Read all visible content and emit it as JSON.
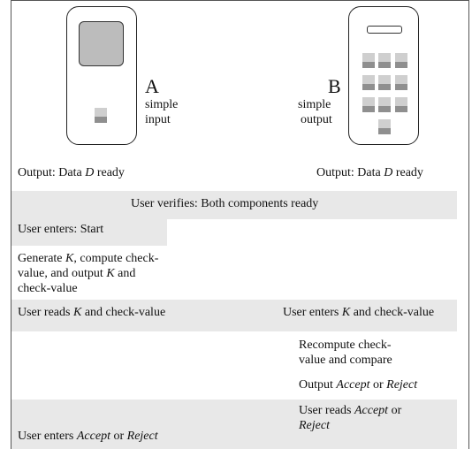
{
  "device_a": {
    "letter": "A",
    "label_line1": "simple",
    "label_line2": "input",
    "output": [
      "Output: Data ",
      "D",
      " ready"
    ]
  },
  "device_b": {
    "letter": "B",
    "label_line1": "simple",
    "label_line2": "output",
    "output": [
      "Output: Data ",
      "D",
      " ready"
    ]
  },
  "steps": {
    "verify": "User verifies: Both components ready",
    "enter_start": "User enters: Start",
    "generate": [
      "Generate ",
      "K",
      ", compute check-value, and output ",
      "K",
      " and check-value"
    ],
    "read_k": [
      "User reads ",
      "K",
      " and check-value"
    ],
    "enter_k": [
      "User enters ",
      "K",
      " and check-value"
    ],
    "recompute": "Recompute check-value and compare",
    "output_accept": [
      "Output ",
      "Accept",
      " or ",
      "Reject"
    ],
    "reads_accept": [
      "User reads ",
      "Accept",
      " or ",
      "Reject"
    ],
    "enters_accept": [
      "User enters ",
      "Accept",
      " or ",
      "Reject"
    ]
  }
}
